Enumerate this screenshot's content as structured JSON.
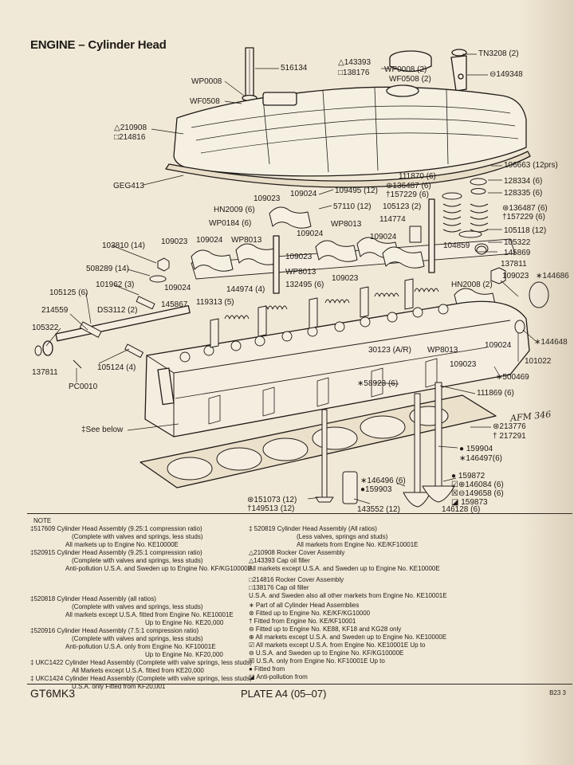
{
  "title": "ENGINE – Cylinder Head",
  "handwritten_note": "AFM 346",
  "part_labels": [
    {
      "id": "l1",
      "text": "516134"
    },
    {
      "id": "l2",
      "text": "WP0008"
    },
    {
      "id": "l3",
      "text": "WF0508"
    },
    {
      "id": "l4",
      "text": "△143393"
    },
    {
      "id": "l5",
      "text": "□138176"
    },
    {
      "id": "l6",
      "text": "WP0008 (2)"
    },
    {
      "id": "l7",
      "text": "WF0508 (2)"
    },
    {
      "id": "l8",
      "text": "TN3208 (2)"
    },
    {
      "id": "l9",
      "text": "⊖149348"
    },
    {
      "id": "l10",
      "text": "△210908"
    },
    {
      "id": "l11",
      "text": "□214816"
    },
    {
      "id": "l12",
      "text": "GEG413"
    },
    {
      "id": "l13",
      "text": "106663 (12prs)"
    },
    {
      "id": "l14",
      "text": "111870 (6)"
    },
    {
      "id": "l15",
      "text": "⊛136487 (6)"
    },
    {
      "id": "l16",
      "text": "†157229 (6)"
    },
    {
      "id": "l17",
      "text": "128334 (6)"
    },
    {
      "id": "l18",
      "text": "128335 (6)"
    },
    {
      "id": "l19",
      "text": "109023"
    },
    {
      "id": "l20",
      "text": "109024"
    },
    {
      "id": "l21",
      "text": "109495 (12)"
    },
    {
      "id": "l22",
      "text": "57110 (12)"
    },
    {
      "id": "l23",
      "text": "105123 (2)"
    },
    {
      "id": "l24",
      "text": "⊛136487 (6)"
    },
    {
      "id": "l25",
      "text": "†157229 (6)"
    },
    {
      "id": "l26",
      "text": "HN2009 (6)"
    },
    {
      "id": "l27",
      "text": "WP0184 (6)"
    },
    {
      "id": "l28",
      "text": "WP8013"
    },
    {
      "id": "l29",
      "text": "114774"
    },
    {
      "id": "l30",
      "text": "105118 (12)"
    },
    {
      "id": "l31",
      "text": "105322"
    },
    {
      "id": "l32",
      "text": "109024"
    },
    {
      "id": "l33",
      "text": "109024"
    },
    {
      "id": "l34",
      "text": "103810 (14)"
    },
    {
      "id": "l35",
      "text": "109023"
    },
    {
      "id": "l36",
      "text": "109024"
    },
    {
      "id": "l37",
      "text": "WP8013"
    },
    {
      "id": "l38",
      "text": "104859"
    },
    {
      "id": "l39",
      "text": "145869"
    },
    {
      "id": "l40",
      "text": "109023"
    },
    {
      "id": "l41",
      "text": "137811"
    },
    {
      "id": "l42",
      "text": "508289 (14)"
    },
    {
      "id": "l43",
      "text": "WP8013"
    },
    {
      "id": "l44",
      "text": "109023"
    },
    {
      "id": "l45",
      "text": "109023"
    },
    {
      "id": "l46",
      "text": "∗144686"
    },
    {
      "id": "l47",
      "text": "101962 (3)"
    },
    {
      "id": "l48",
      "text": "109024"
    },
    {
      "id": "l49",
      "text": "132495 (6)"
    },
    {
      "id": "l50",
      "text": "HN2008 (2)"
    },
    {
      "id": "l51",
      "text": "105125 (6)"
    },
    {
      "id": "l52",
      "text": "144974 (4)"
    },
    {
      "id": "l53",
      "text": "DS3112 (2)"
    },
    {
      "id": "l54",
      "text": "119313 (5)"
    },
    {
      "id": "l55",
      "text": "214559"
    },
    {
      "id": "l56",
      "text": "145867"
    },
    {
      "id": "l57",
      "text": "105322"
    },
    {
      "id": "l58",
      "text": "∗144648"
    },
    {
      "id": "l59",
      "text": "30123 (A/R)"
    },
    {
      "id": "l60",
      "text": "WP8013"
    },
    {
      "id": "l61",
      "text": "109024"
    },
    {
      "id": "l62",
      "text": "101022"
    },
    {
      "id": "l63",
      "text": "137811"
    },
    {
      "id": "l64",
      "text": "105124 (4)"
    },
    {
      "id": "l65",
      "text": "109023"
    },
    {
      "id": "l66",
      "text": "∗500469"
    },
    {
      "id": "l67",
      "text": "PC0010"
    },
    {
      "id": "l68",
      "text": "∗58923 (6)"
    },
    {
      "id": "l69",
      "text": "111869 (6)"
    },
    {
      "id": "l70",
      "text": "‡See below"
    },
    {
      "id": "l71",
      "text": "⊛213776"
    },
    {
      "id": "l72",
      "text": "† 217291"
    },
    {
      "id": "l73",
      "text": "● 159904"
    },
    {
      "id": "l74",
      "text": "∗146497(6)"
    },
    {
      "id": "l75",
      "text": "● 159872"
    },
    {
      "id": "l76",
      "text": "☑⊕146084 (6)"
    },
    {
      "id": "l77",
      "text": "☒⊖149658 (6)"
    },
    {
      "id": "l78",
      "text": "◪ 159873"
    },
    {
      "id": "l79",
      "text": "∗146496 (6)"
    },
    {
      "id": "l80",
      "text": "●159903"
    },
    {
      "id": "l81",
      "text": "⊛151073 (12)"
    },
    {
      "id": "l82",
      "text": "†149513 (12)"
    },
    {
      "id": "l83",
      "text": "143552 (12)"
    },
    {
      "id": "l84",
      "text": "146128 (6)"
    }
  ],
  "notes": {
    "heading": "NOTE",
    "left": [
      "‡517609   Cylinder Head Assembly (9.25:1 compression ratio)",
      "(Complete with valves and springs, less studs)",
      "All markets up to Engine No. KE10000E",
      "‡520915   Cylinder Head Assembly (9.25:1 compression ratio)",
      "(Complete with valves and springs, less studs)",
      "Anti-pollution U.S.A. and Sweden up to Engine No. KF/KG10000E",
      "‡520818   Cylinder Head Assembly (all ratios)",
      "(Complete with valves and springs, less studs)",
      "All markets except U.S.A. fitted from Engine No. KE10001E",
      "Up to Engine No. KE20,000",
      "‡520916   Cylinder Head Assembly (7.5:1 compression ratio)",
      "(Complete with valves and springs, less studs)",
      "Anti-pollution U.S.A. only from Engine No. KF10001E",
      "Up to Engine No. KF20,000",
      "‡ UKC1422   Cylinder Head Assembly (Complete with valve springs, less studs)",
      "All Markets except U.S.A. fitted from KE20,000",
      "‡ UKC1424   Cylinder Head Assembly (Complete with valve springs, less studs)",
      "U.S.A. only   Fitted from KF20,001"
    ],
    "right": [
      "‡ 520819   Cylinder Head Assembly (All ratios)",
      "(Less valves, springs and studs)",
      "All markets from Engine No. KE/KF10001E",
      "△210908   Rocker Cover Assembly",
      "△143393   Cap oil filler",
      "All markets except U.S.A. and Sweden up to Engine No. KE10000E",
      "□214816   Rocker Cover Assembly",
      "□138176   Cap oil filler",
      "U.S.A. and Sweden also all other markets from Engine No. KE10001E",
      "∗ Part of all Cylinder Head Assemblies",
      "⊛ Fitted up to Engine No. KE/KF/KG10000",
      "† Fitted from Engine No. KE/KF10001",
      "⊖ Fitted up to Engine No. KE88, KF18 and KG28 only",
      "⊕ All markets except U.S.A. and Sweden up to Engine No. KE10000E",
      "☑ All markets except U.S.A. from Engine No. KE10001E  Up to",
      "⊖ U.S.A. and Sweden up to Engine No. KF/KG10000E",
      "☒ U.S.A. only from Engine No. KF10001E  Up to",
      "● Fitted from",
      "◪ Anti-pollution from"
    ]
  },
  "footer": {
    "model": "GT6MK3",
    "plate": "PLATE A4 (05–07)",
    "code": "B23 3"
  }
}
